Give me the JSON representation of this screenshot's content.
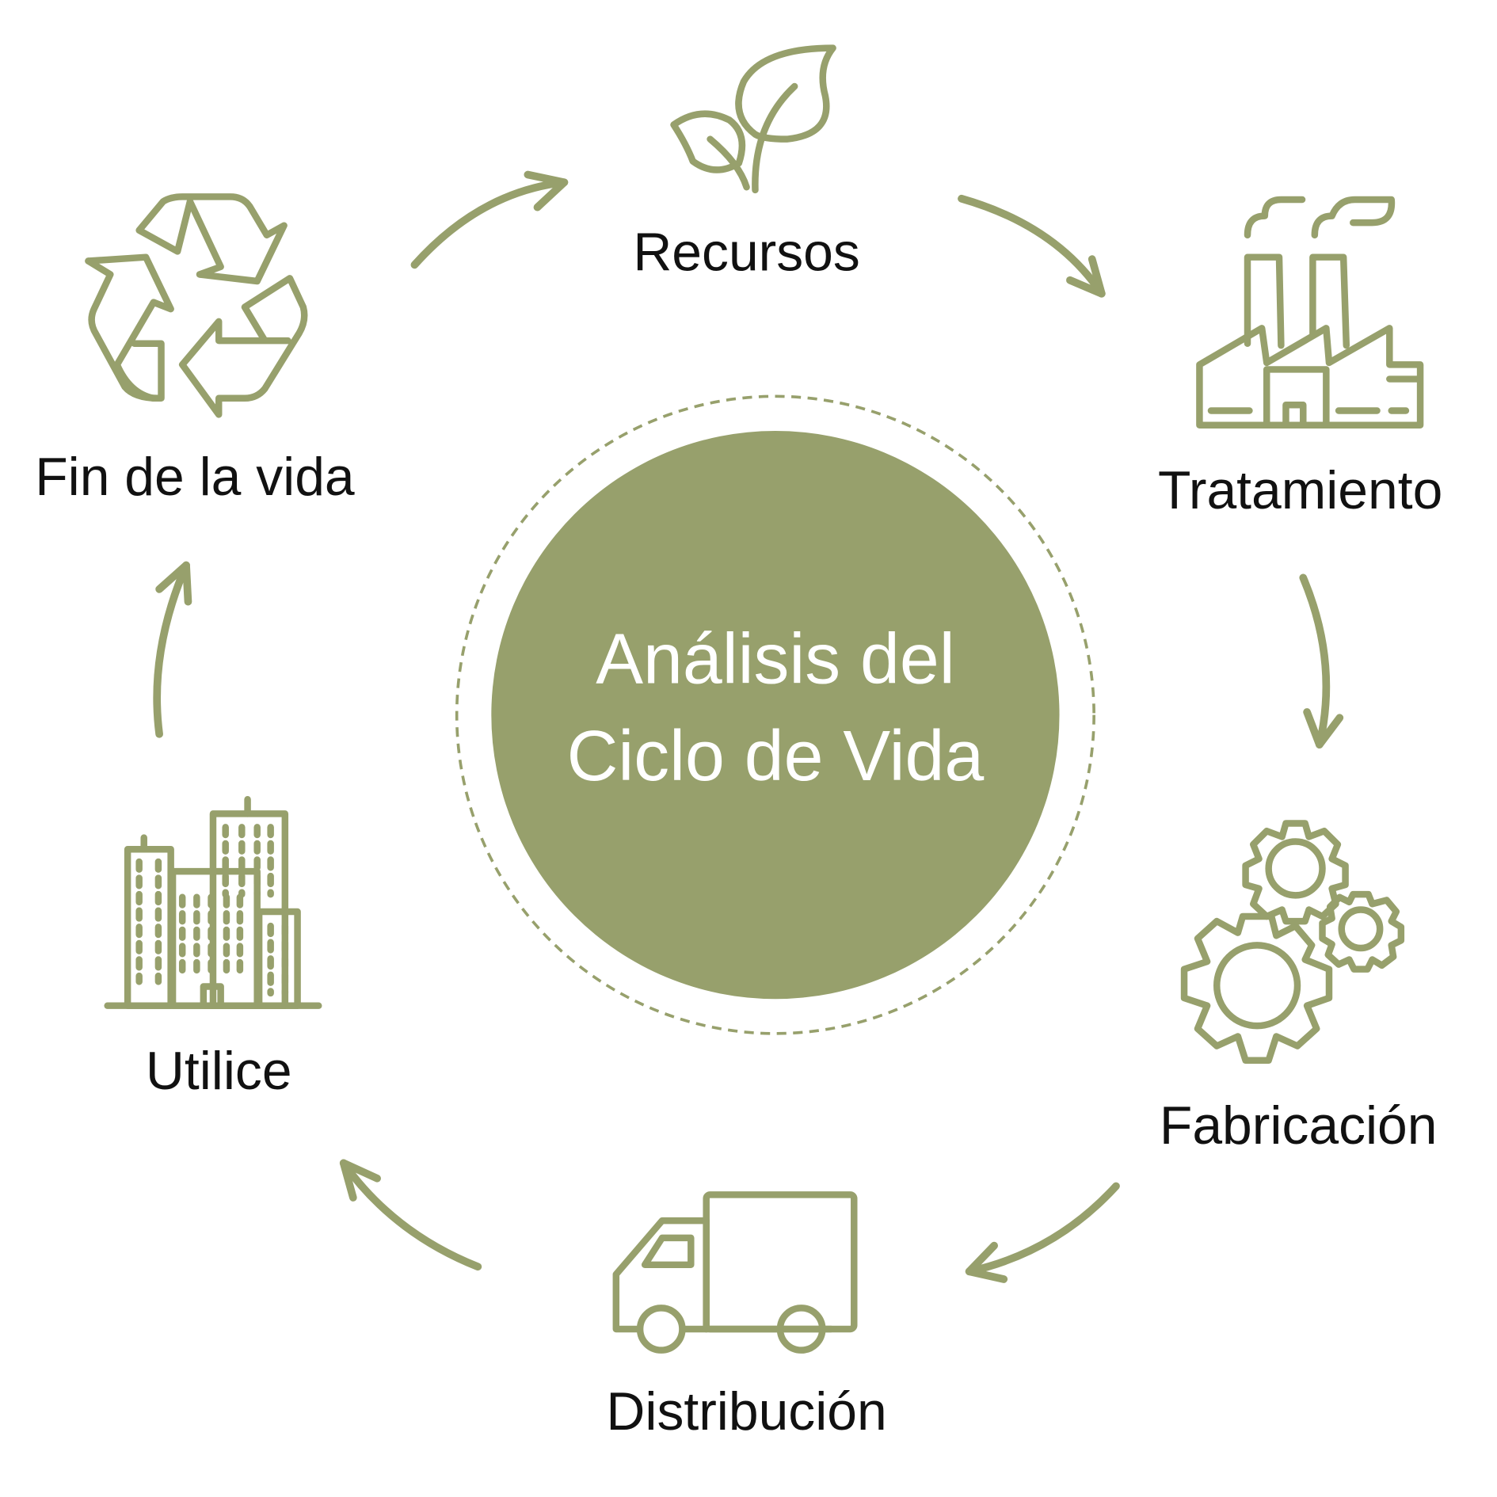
{
  "colors": {
    "accent": "#97a06c",
    "text": "#111111",
    "center_text": "#ffffff"
  },
  "center": {
    "line1": "Análisis del",
    "line2": "Ciclo de Vida"
  },
  "stages": [
    {
      "label": "Recursos",
      "icon": "leaf-icon"
    },
    {
      "label": "Tratamiento",
      "icon": "factory-icon"
    },
    {
      "label": "Fabricación",
      "icon": "gears-icon"
    },
    {
      "label": "Distribución",
      "icon": "truck-icon"
    },
    {
      "label": "Utilice",
      "icon": "buildings-icon"
    },
    {
      "label": "Fin de la vida",
      "icon": "recycle-icon"
    }
  ]
}
